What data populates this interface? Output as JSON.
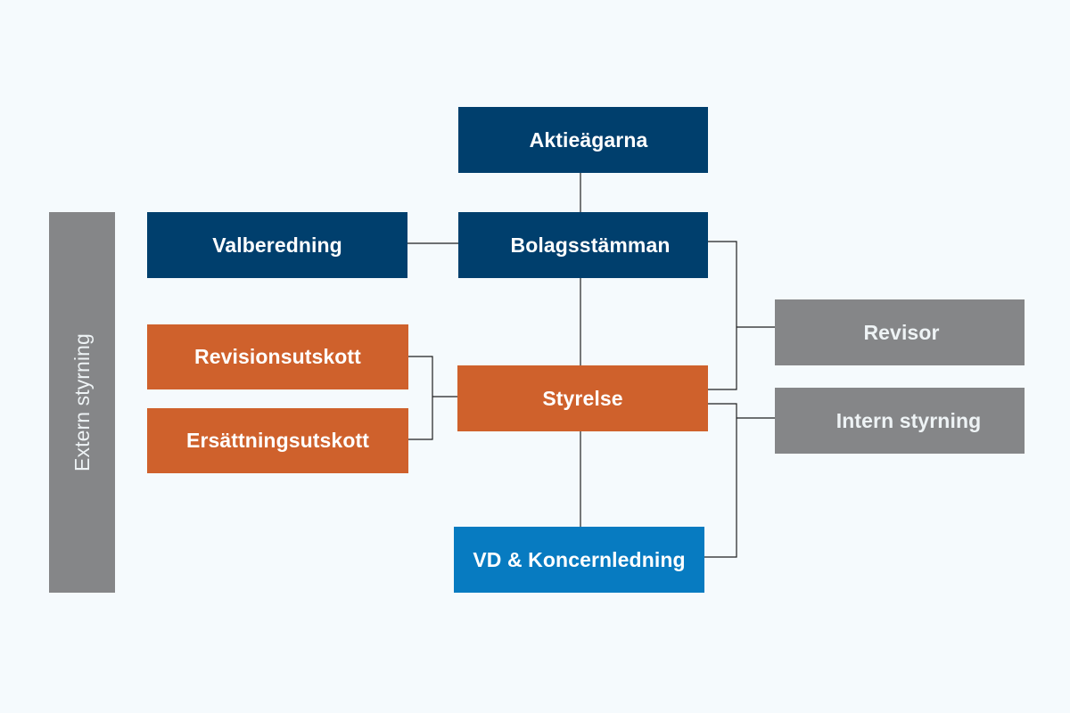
{
  "nodes": {
    "aktieagarna": "Aktieägarna",
    "bolagsstamman": "Bolagsstämman",
    "valberedning": "Valberedning",
    "revisionsutskott": "Revisionsutskott",
    "ersattningsutskott": "Ersättningsutskott",
    "styrelse": "Styrelse",
    "vd_koncernledning": "VD & Koncernledning",
    "revisor": "Revisor",
    "intern_styrning": "Intern styrning",
    "extern_styrning": "Extern styrning"
  },
  "colors": {
    "background": "#f5fafd",
    "dark_blue": "#003f6d",
    "orange": "#cf612c",
    "grey": "#858688",
    "bright_blue": "#077bc1",
    "connector": "#1f1f1f"
  }
}
